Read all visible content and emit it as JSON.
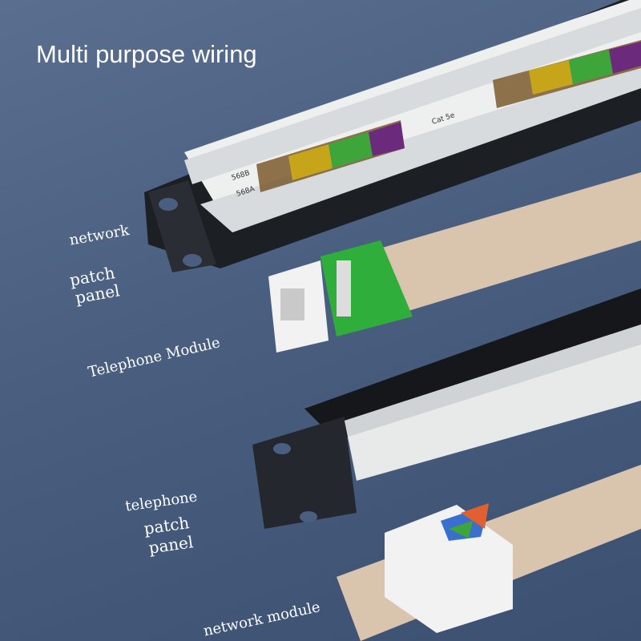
{
  "title": "Multi purpose wiring",
  "labels": {
    "network_patch_panel": [
      "network",
      "patch",
      "panel"
    ],
    "telephone_module": "Telephone Module",
    "telephone_patch_panel": [
      "telephone",
      "patch",
      "panel"
    ],
    "network_module": "network module"
  },
  "panel_markings": {
    "standard_a": "568A",
    "standard_b": "568B",
    "category": "Cat 5e"
  },
  "colors": {
    "background": "#4a5f80",
    "cable": "#d9c4ad",
    "panel_body": "#1c1f24",
    "module_green": "#2fae3c"
  }
}
